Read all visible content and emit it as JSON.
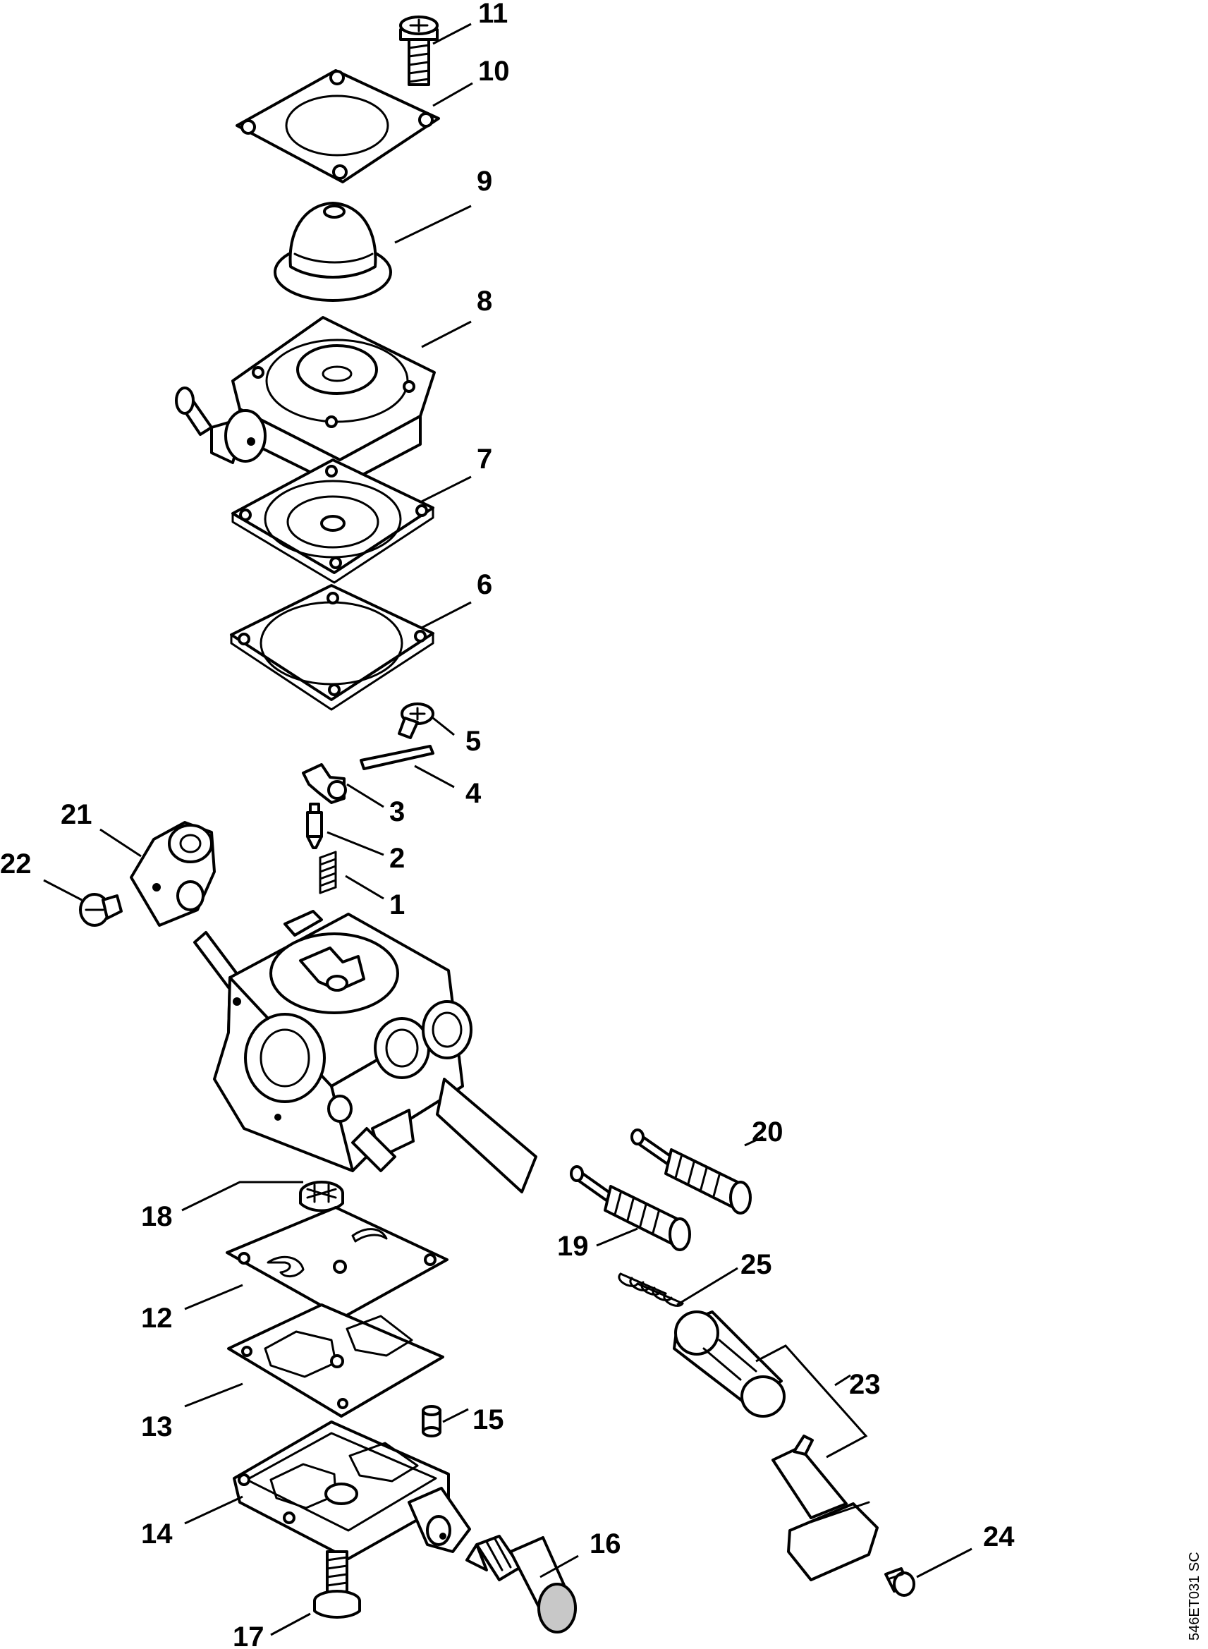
{
  "figure_code": "546ET031 SC",
  "callouts": [
    {
      "id": "1",
      "label": "1"
    },
    {
      "id": "2",
      "label": "2"
    },
    {
      "id": "3",
      "label": "3"
    },
    {
      "id": "4",
      "label": "4"
    },
    {
      "id": "5",
      "label": "5"
    },
    {
      "id": "6",
      "label": "6"
    },
    {
      "id": "7",
      "label": "7"
    },
    {
      "id": "8",
      "label": "8"
    },
    {
      "id": "9",
      "label": "9"
    },
    {
      "id": "10",
      "label": "10"
    },
    {
      "id": "11",
      "label": "11"
    },
    {
      "id": "12",
      "label": "12"
    },
    {
      "id": "13",
      "label": "13"
    },
    {
      "id": "14",
      "label": "14"
    },
    {
      "id": "15",
      "label": "15"
    },
    {
      "id": "16",
      "label": "16"
    },
    {
      "id": "17",
      "label": "17"
    },
    {
      "id": "18",
      "label": "18"
    },
    {
      "id": "19",
      "label": "19"
    },
    {
      "id": "20",
      "label": "20"
    },
    {
      "id": "21",
      "label": "21"
    },
    {
      "id": "22",
      "label": "22"
    },
    {
      "id": "23",
      "label": "23"
    },
    {
      "id": "24",
      "label": "24"
    },
    {
      "id": "25",
      "label": "25"
    }
  ]
}
